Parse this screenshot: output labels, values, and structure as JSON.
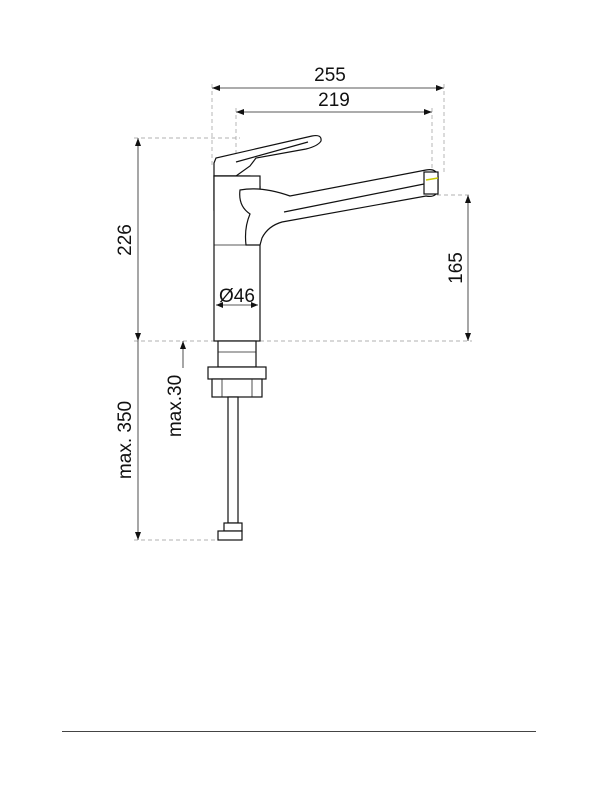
{
  "dimensions": {
    "overall_width": "255",
    "spout_reach": "219",
    "overall_height": "226",
    "spout_height": "165",
    "body_diameter": "Ø46",
    "max_counter_thickness": "max.30",
    "max_hose_length": "max. 350"
  },
  "colors": {
    "line": "#111111",
    "aerator_accent": "#c8c800"
  }
}
